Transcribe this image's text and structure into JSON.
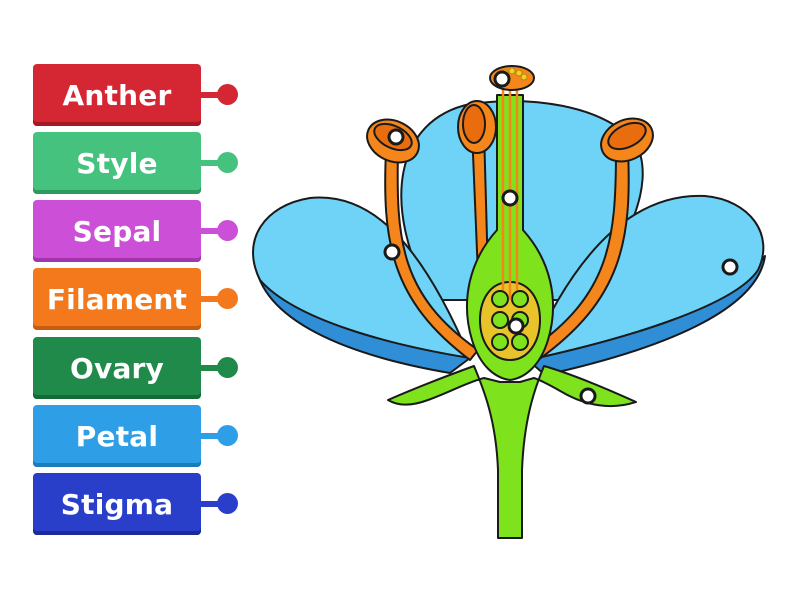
{
  "labels": [
    {
      "text": "Anther",
      "color": "#d52633",
      "shadow": "#a51824"
    },
    {
      "text": "Style",
      "color": "#46c27f",
      "shadow": "#2e9a5f"
    },
    {
      "text": "Sepal",
      "color": "#cc4fd8",
      "shadow": "#a236ad"
    },
    {
      "text": "Filament",
      "color": "#f4791c",
      "shadow": "#c75e0f"
    },
    {
      "text": "Ovary",
      "color": "#1f8a4a",
      "shadow": "#146a37"
    },
    {
      "text": "Petal",
      "color": "#2e9fe6",
      "shadow": "#1c7cba"
    },
    {
      "text": "Stigma",
      "color": "#2a3fc9",
      "shadow": "#1b2b98"
    }
  ],
  "colors": {
    "petal_fill": "#6fd3f7",
    "petal_shadow": "#2f8ed6",
    "stem_green": "#7ee21d",
    "stamen_orange": "#f5861c",
    "outline": "#1a1a1a"
  }
}
